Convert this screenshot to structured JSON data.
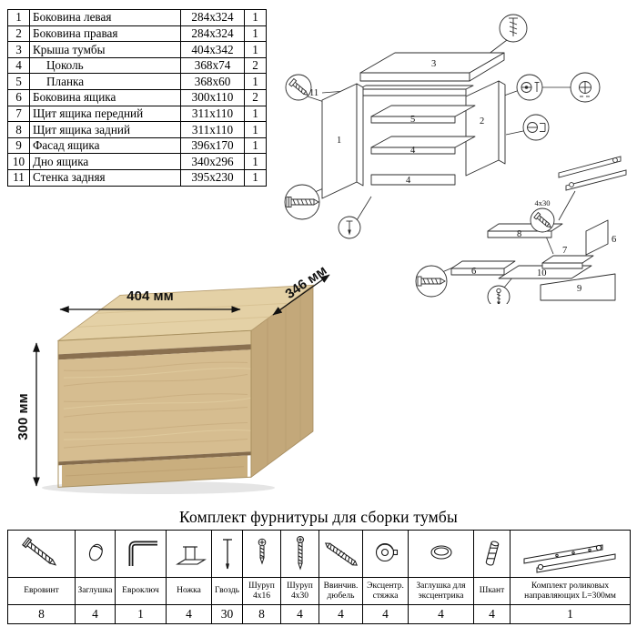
{
  "parts": {
    "rows": [
      {
        "num": "1",
        "name": "Боковина левая",
        "size": "284x324",
        "qty": "1"
      },
      {
        "num": "2",
        "name": "Боковина правая",
        "size": "284x324",
        "qty": "1"
      },
      {
        "num": "3",
        "name": "Крыша тумбы",
        "size": "404x342",
        "qty": "1"
      },
      {
        "num": "4",
        "name": "Цоколь",
        "size": "368x74",
        "qty": "2"
      },
      {
        "num": "5",
        "name": "Планка",
        "size": "368x60",
        "qty": "1"
      },
      {
        "num": "6",
        "name": "Боковина ящика",
        "size": "300x110",
        "qty": "2"
      },
      {
        "num": "7",
        "name": "Щит ящика передний",
        "size": "311x110",
        "qty": "1"
      },
      {
        "num": "8",
        "name": "Щит ящика задний",
        "size": "311x110",
        "qty": "1"
      },
      {
        "num": "9",
        "name": "Фасад ящика",
        "size": "396x170",
        "qty": "1"
      },
      {
        "num": "10",
        "name": "Дно ящика",
        "size": "340x296",
        "qty": "1"
      },
      {
        "num": "11",
        "name": "Стенка задняя",
        "size": "395x230",
        "qty": "1"
      }
    ]
  },
  "dimensions": {
    "width": "404 мм",
    "depth": "346 мм",
    "height": "300 мм"
  },
  "diagram": {
    "labels": {
      "p1": "1",
      "p2": "2",
      "p3": "3",
      "p4a": "4",
      "p4b": "4",
      "p5": "5",
      "p6a": "6",
      "p6b": "6",
      "p7": "7",
      "p8": "8",
      "p9": "9",
      "p10": "10",
      "p11": "11",
      "screw_note": "4x30"
    }
  },
  "hardware": {
    "title": "Комплект фурнитуры для сборки тумбы",
    "items": [
      {
        "name": "Евровинт",
        "qty": "8"
      },
      {
        "name": "Заглушка",
        "qty": "4"
      },
      {
        "name": "Евроключ",
        "qty": "1"
      },
      {
        "name": "Ножка",
        "qty": "4"
      },
      {
        "name": "Гвоздь",
        "qty": "30"
      },
      {
        "name": "Шуруп 4x16",
        "qty": "8"
      },
      {
        "name": "Шуруп 4x30",
        "qty": "4"
      },
      {
        "name": "Ввинчив. дюбель",
        "qty": "4"
      },
      {
        "name": "Эксцентр. стяжка",
        "qty": "4"
      },
      {
        "name": "Заглушка для эксцентрика",
        "qty": "4"
      },
      {
        "name": "Шкант",
        "qty": "4"
      },
      {
        "name": "Комплект роликовых направляющих L=300мм",
        "qty": "1"
      }
    ]
  }
}
